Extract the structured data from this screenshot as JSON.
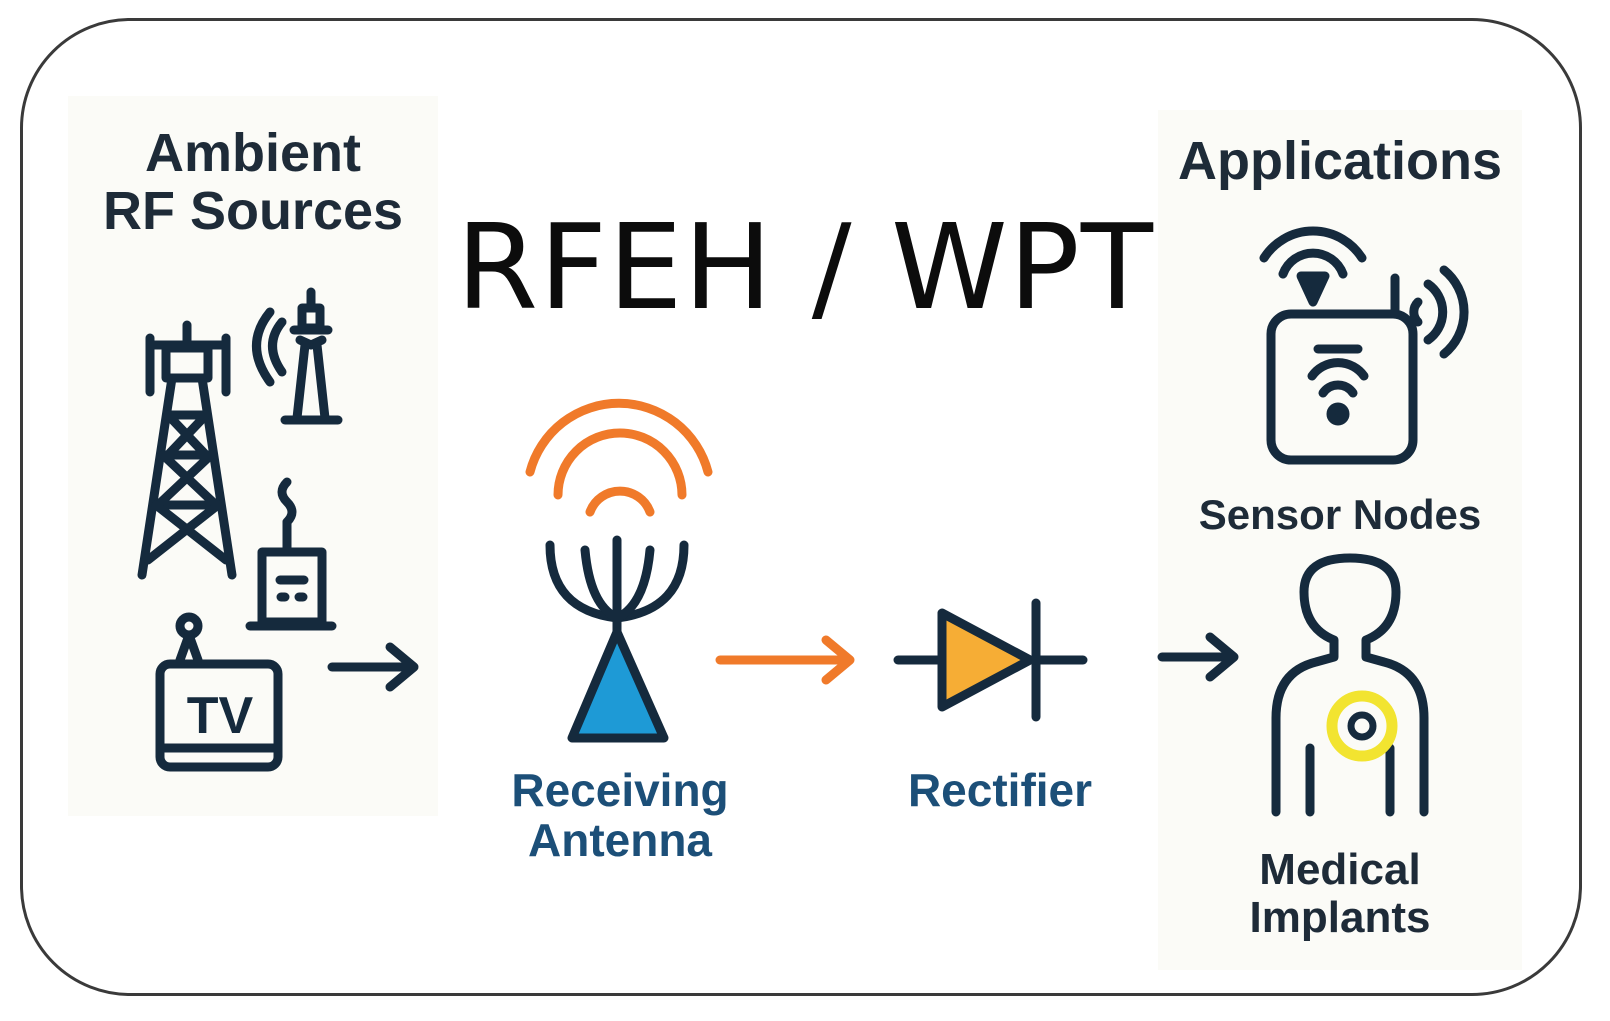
{
  "title": "RFEH / WPT",
  "sources": {
    "heading_line1": "Ambient",
    "heading_line2": "RF Sources",
    "tv_label": "TV"
  },
  "antenna": {
    "label_line1": "Receiving",
    "label_line2": "Antenna"
  },
  "rectifier": {
    "label": "Rectifier"
  },
  "applications": {
    "heading": "Applications",
    "sensor_label": "Sensor Nodes",
    "implant_label_line1": "Medical",
    "implant_label_line2": "Implants"
  },
  "colors": {
    "stroke": "#152a3d",
    "orange": "#f07a2a",
    "antenna_blue": "#1e9ad6",
    "diode_fill": "#f6ad35",
    "implant_yellow": "#f2e430",
    "label_blue": "#1c4f78"
  },
  "icons": [
    "cell-tower-icon",
    "broadcast-tower-icon",
    "radio-transmitter-icon",
    "tv-icon",
    "antenna-icon",
    "diode-icon",
    "sensor-node-icon",
    "human-implant-icon"
  ]
}
